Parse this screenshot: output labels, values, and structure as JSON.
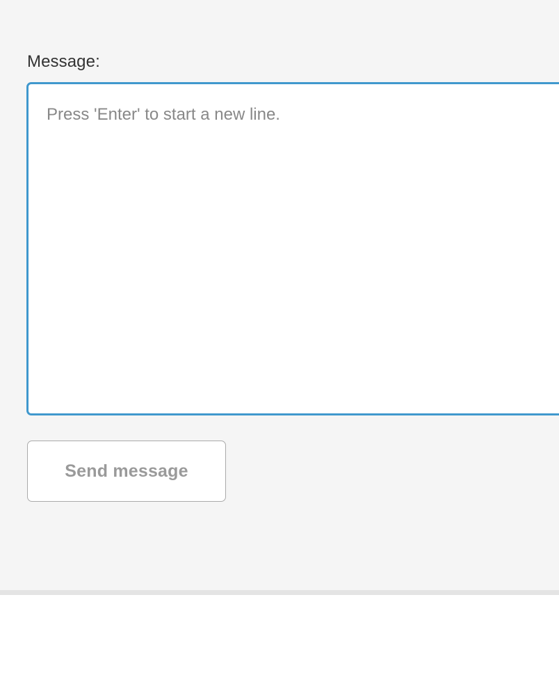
{
  "theme": {
    "panel_background": "#f5f5f5",
    "page_background": "#ffffff",
    "divider_color": "#e4e4e4",
    "focus_border_color": "#4098cd",
    "label_color": "#333333",
    "placeholder_color": "#888888",
    "button_border_color": "#aaaaaa",
    "button_text_color": "#9a9a9a"
  },
  "compose_form": {
    "label": "Message:",
    "message_input": {
      "value": "",
      "placeholder": "Press 'Enter' to start a new line.",
      "focused": true
    },
    "submit": {
      "label": "Send message",
      "enabled": true
    }
  }
}
